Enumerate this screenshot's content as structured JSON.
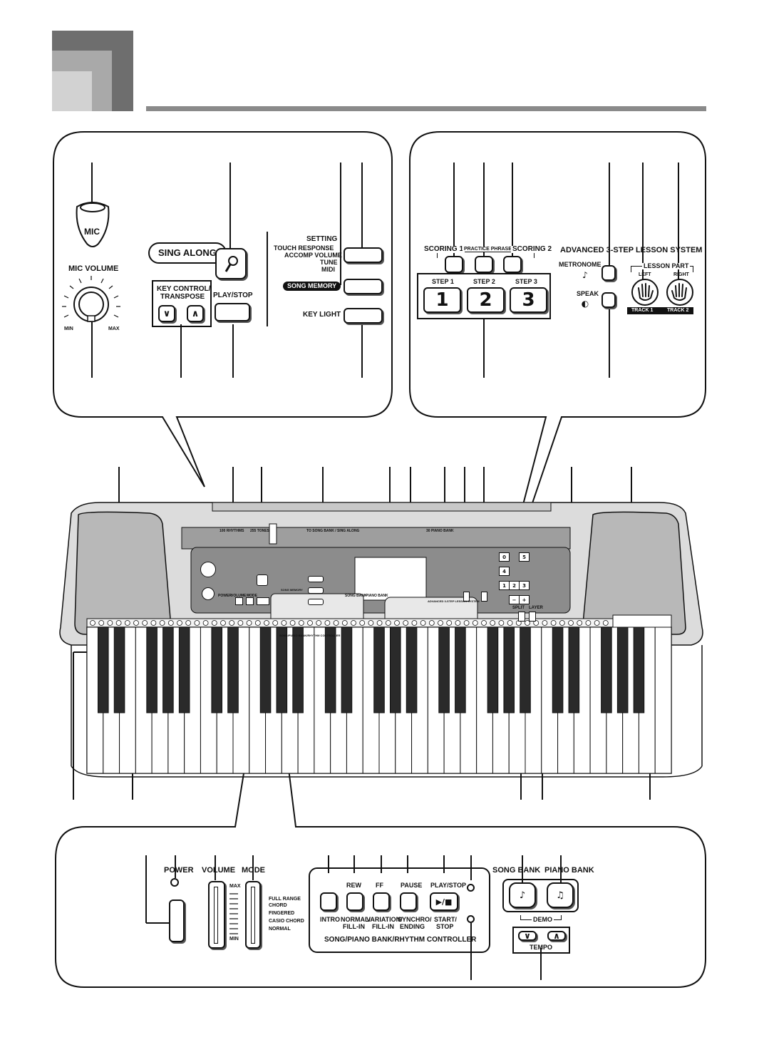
{
  "panel_left": {
    "mic_label": "MIC",
    "mic_volume_label": "MIC VOLUME",
    "mic_min": "MIN",
    "mic_max": "MAX",
    "sing_along_label": "SING ALONG",
    "key_control_label_1": "KEY CONTROL/",
    "key_control_label_2": "TRANSPOSE",
    "key_down_glyph": "∨",
    "key_up_glyph": "∧",
    "play_stop_label": "PLAY/STOP",
    "setting_label": "SETTING",
    "setting_sub": [
      "TOUCH RESPONSE",
      "ACCOMP VOLUME",
      "TUNE",
      "MIDI"
    ],
    "song_memory_label": "SONG MEMORY",
    "key_light_label": "KEY LIGHT"
  },
  "panel_right": {
    "scoring1_label": "SCORING 1",
    "practice_phrase_label": "PRACTICE PHRASE",
    "scoring2_label": "SCORING 2",
    "system_title": "ADVANCED 3-STEP LESSON SYSTEM",
    "steps": [
      {
        "label": "STEP 1",
        "digit": "1"
      },
      {
        "label": "STEP 2",
        "digit": "2"
      },
      {
        "label": "STEP 3",
        "digit": "3"
      }
    ],
    "metronome_label": "METRONOME",
    "speak_label": "SPEAK",
    "lesson_part_label": "LESSON PART",
    "left_label": "LEFT",
    "right_label": "RIGHT",
    "track1_label": "TRACK 1",
    "track2_label": "TRACK 2"
  },
  "keyboard": {
    "strip_labels": [
      "100 RHYTHMS",
      "255 TONES",
      "TO SONG BANK / SING ALONG",
      "30 PIANO BANK"
    ],
    "power_label": "POWER",
    "volume_label": "VOLUME",
    "mode_label": "MODE",
    "song_memory_label": "SONG MEMORY",
    "song_bank_label": "SONG BANK",
    "piano_bank_label": "PIANO BANK",
    "lesson_system_label": "ADVANCED 3-STEP LESSON SYSTEM",
    "split_label": "SPLIT",
    "layer_label": "LAYER",
    "controller_label": "SONG/PIANO BANK/RHYTHM CONTROLLER",
    "numpad": [
      "0",
      "5",
      "1",
      "2",
      "3",
      "4",
      "−",
      "+"
    ]
  },
  "panel_bottom": {
    "power_label": "POWER",
    "volume_label": "VOLUME",
    "mode_label": "MODE",
    "vol_max": "MAX",
    "vol_min": "MIN",
    "mode_options": [
      "FULL RANGE CHORD",
      "FINGERED",
      "CASIO CHORD",
      "NORMAL"
    ],
    "mode_first_line_1": "FULL RANGE",
    "mode_first_line_2": "CHORD",
    "rew_label": "REW",
    "ff_label": "FF",
    "pause_label": "PAUSE",
    "play_stop_label": "PLAY/STOP",
    "play_glyph": "▶/■",
    "intro_label": "INTRO",
    "normal_fill_1": "NORMAL/",
    "normal_fill_2": "FILL-IN",
    "variation_fill_1": "VARIATION/",
    "variation_fill_2": "FILL-IN",
    "synchro_1": "SYNCHRO/",
    "synchro_2": "ENDING",
    "start_stop_1": "START/",
    "start_stop_2": "STOP",
    "controller_label": "SONG/PIANO BANK/RHYTHM CONTROLLER",
    "song_bank_label": "SONG BANK",
    "piano_bank_label": "PIANO BANK",
    "demo_label": "DEMO",
    "tempo_label": "TEMPO",
    "tempo_down_glyph": "∨",
    "tempo_up_glyph": "∧"
  },
  "colors": {
    "ink": "#111111",
    "panel_gray": "#8a8a8a",
    "header_dark": "#6e6e6e",
    "header_mid": "#a9a9a9",
    "header_light": "#d2d2d2",
    "song_memory_pill": "#111111"
  }
}
